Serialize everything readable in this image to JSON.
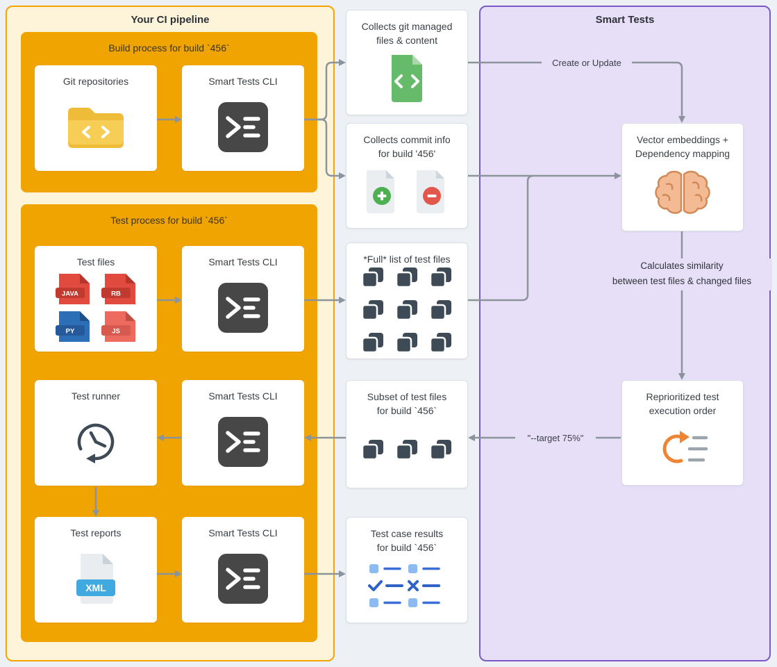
{
  "ci": {
    "title": "Your CI pipeline",
    "build": {
      "title": "Build process for build `456`",
      "git_label": "Git repositories",
      "cli_label": "Smart Tests CLI"
    },
    "test": {
      "title": "Test process for build `456`",
      "files_label": "Test files",
      "cli1_label": "Smart Tests CLI",
      "runner_label": "Test runner",
      "cli2_label": "Smart Tests CLI",
      "reports_label": "Test reports",
      "cli3_label": "Smart Tests CLI"
    }
  },
  "middle": {
    "m1": {
      "l1": "Collects git managed",
      "l2": "files & content"
    },
    "m2": {
      "l1": "Collects commit info",
      "l2": "for build '456'"
    },
    "m3": {
      "l1": "*Full* list of test files",
      "l2": ""
    },
    "m4": {
      "l1": "Subset of test files",
      "l2": "for build `456`"
    },
    "m5": {
      "l1": "Test case results",
      "l2": "for build `456`"
    }
  },
  "smart": {
    "title": "Smart Tests",
    "vector": {
      "l1": "Vector embeddings +",
      "l2": "Dependency mapping"
    },
    "note": {
      "l1": "Calculates similarity",
      "l2": "between test files & changed files"
    },
    "repri": {
      "l1": "Reprioritized test",
      "l2": "execution order"
    }
  },
  "edges": {
    "create_update": "Create or Update",
    "target": "\"--target 75%\""
  },
  "badges": {
    "java": "JAVA",
    "rb": "RB",
    "py": "PY",
    "js": "JS",
    "xml": "XML"
  },
  "icons": {
    "git_repositories": "folder-code-icon",
    "smart_tests_cli": "terminal-icon",
    "test_files": "file-badges-grid-icon",
    "test_runner": "history-clock-icon",
    "test_reports": "xml-file-icon",
    "collects_git": "code-file-icon",
    "collects_commit": "diff-files-icon",
    "full_list": "file-stacks-grid-icon",
    "subset": "file-stacks-row-icon",
    "results": "checklist-icon",
    "vector_embeddings": "brain-icon",
    "reprioritized": "reorder-refresh-icon"
  },
  "colors": {
    "page_bg": "#EDF1F5",
    "ci_panel_bg": "#FDF4DA",
    "ci_panel_border": "#F5A300",
    "orange_subpanel": "#F0A402",
    "smart_panel_bg": "#E7DEF8",
    "smart_panel_border": "#7A58C5",
    "arrow": "#8B949B",
    "dark_icon": "#3E4A56",
    "accent_orange": "#EF8432",
    "accent_green": "#66BB6A",
    "accent_blue": "#3FA9E0"
  }
}
